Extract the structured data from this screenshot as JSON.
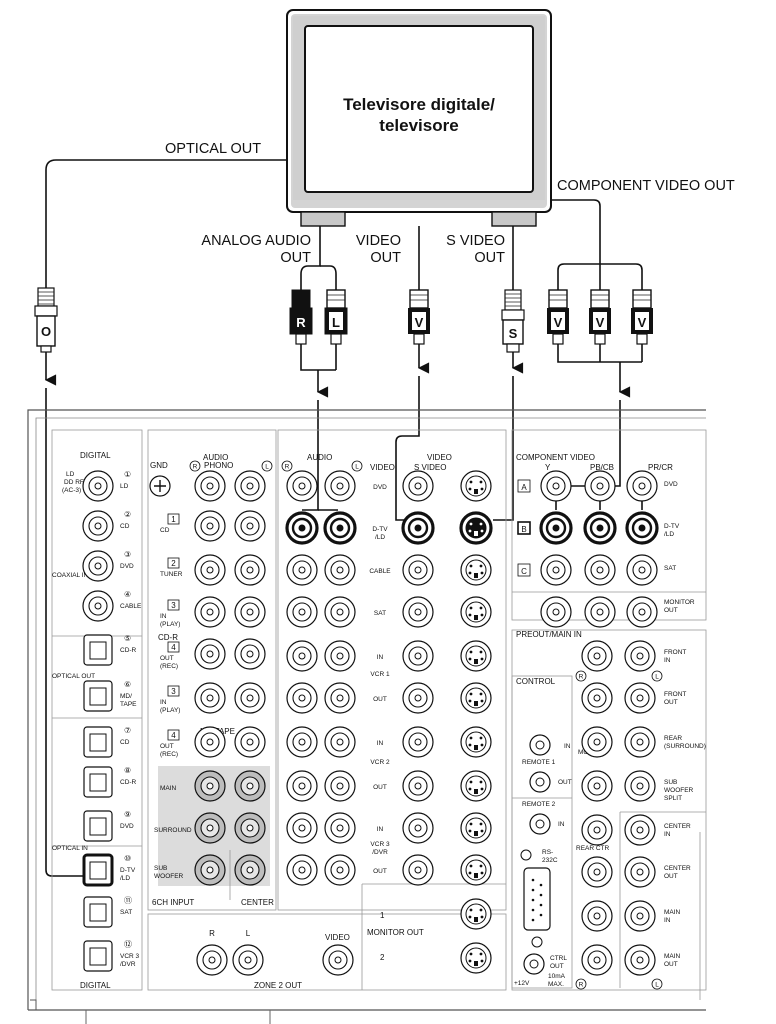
{
  "tv": {
    "title_line1": "Televisore digitale/",
    "title_line2": "televisore"
  },
  "outputs": {
    "optical": "OPTICAL OUT",
    "component": "COMPONENT VIDEO OUT",
    "analog_line1": "ANALOG AUDIO",
    "analog_line2": "OUT",
    "video_line1": "VIDEO",
    "video_line2": "OUT",
    "svideo_line1": "S VIDEO",
    "svideo_line2": "OUT"
  },
  "plugs": {
    "optical": "O",
    "audio_right": "R",
    "audio_left": "L",
    "video": "V",
    "svideo": "S",
    "comp_y": "V",
    "comp_pb": "V",
    "comp_pr": "V"
  },
  "panel": {
    "digital_header": "DIGITAL",
    "digital_footer": "DIGITAL",
    "coaxial_in": "COAXIAL IN",
    "optical_out": "OPTICAL OUT",
    "optical_in": "OPTICAL IN",
    "ld_rf_1": "LD",
    "ld_rf_2": "DD RF",
    "ld_rf_3": "(AC-3)",
    "digital_jacks": [
      {
        "num": "①",
        "label": "LD"
      },
      {
        "num": "②",
        "label": "CD"
      },
      {
        "num": "③",
        "label": "DVD"
      },
      {
        "num": "④",
        "label": "CABLE"
      },
      {
        "num": "⑤",
        "label": "CD-R"
      },
      {
        "num": "⑥",
        "label": "MD/\nTAPE"
      },
      {
        "num": "⑦",
        "label": "CD"
      },
      {
        "num": "⑧",
        "label": "CD-R"
      },
      {
        "num": "⑨",
        "label": "DVD"
      },
      {
        "num": "⑩",
        "label": "D-TV\n/LD"
      },
      {
        "num": "⑪",
        "label": "SAT"
      },
      {
        "num": "⑫",
        "label": "VCR 3\n/DVR"
      }
    ],
    "gnd": "GND",
    "audio_header": "AUDIO",
    "phono": "PHONO",
    "ch_r": "R",
    "ch_l": "L",
    "analog_inputs": [
      {
        "num": "1",
        "label": "CD"
      },
      {
        "num": "2",
        "label": "TUNER"
      },
      {
        "num": "3",
        "label": "IN\n(PLAY)"
      },
      {
        "num": "4",
        "label": "OUT\n(REC)"
      },
      {
        "num": "3",
        "label": "IN\n(PLAY)"
      },
      {
        "num": "4",
        "label": "OUT\n(REC)"
      }
    ],
    "cdr_group": "CD-R",
    "mdtape_group": "MD/TAPE",
    "ch6_main": "MAIN",
    "ch6_surround": "SURROUND",
    "ch6_sub": "SUB\nWOOFER",
    "ch6_input": "6CH INPUT",
    "ch6_center": "CENTER",
    "video_header": "VIDEO",
    "video_col": "VIDEO",
    "svideo_col": "S VIDEO",
    "av_rows": [
      "DVD",
      "D-TV\n/LD",
      "CABLE",
      "SAT",
      "IN",
      "OUT",
      "IN",
      "OUT",
      "IN",
      "OUT"
    ],
    "vcr1": "VCR 1",
    "vcr2": "VCR 2",
    "vcr3": "VCR 3\n/DVR",
    "monitor_out": "MONITOR\nOUT",
    "monitor_1": "1",
    "monitor_2": "2",
    "zone2_out": "ZONE 2  OUT",
    "zone2_video": "VIDEO",
    "component_header": "COMPONENT VIDEO",
    "comp_y": "Y",
    "comp_pb": "PB/CB",
    "comp_pr": "PR/CR",
    "comp_rows": [
      {
        "letter": "A",
        "label": "DVD"
      },
      {
        "letter": "B",
        "label": "D-TV\n/LD"
      },
      {
        "letter": "C",
        "label": "SAT"
      }
    ],
    "comp_monitor": "MONITOR\nOUT",
    "preout_header": "PREOUT/MAIN IN",
    "control": "CONTROL",
    "control_in": "IN",
    "control_out": "OUT",
    "remote1": "REMOTE 1",
    "remote2": "REMOTE 2",
    "remote2_in": "IN",
    "rs232c": "RS-\n232C",
    "ctrl_out": "CTRL\nOUT",
    "ctrl_12v": "+12V",
    "ctrl_max": "10mA\nMAX.",
    "preout_rows": [
      "FRONT\nIN",
      "FRONT\nOUT",
      "REAR\n(SURROUND)",
      "SUB\nWOOFER\nSPLIT",
      "CENTER\nIN",
      "CENTER\nOUT",
      "MAIN\nIN",
      "MAIN\nOUT"
    ],
    "mono": "MONO",
    "rear_ctr": "REAR CTR"
  }
}
